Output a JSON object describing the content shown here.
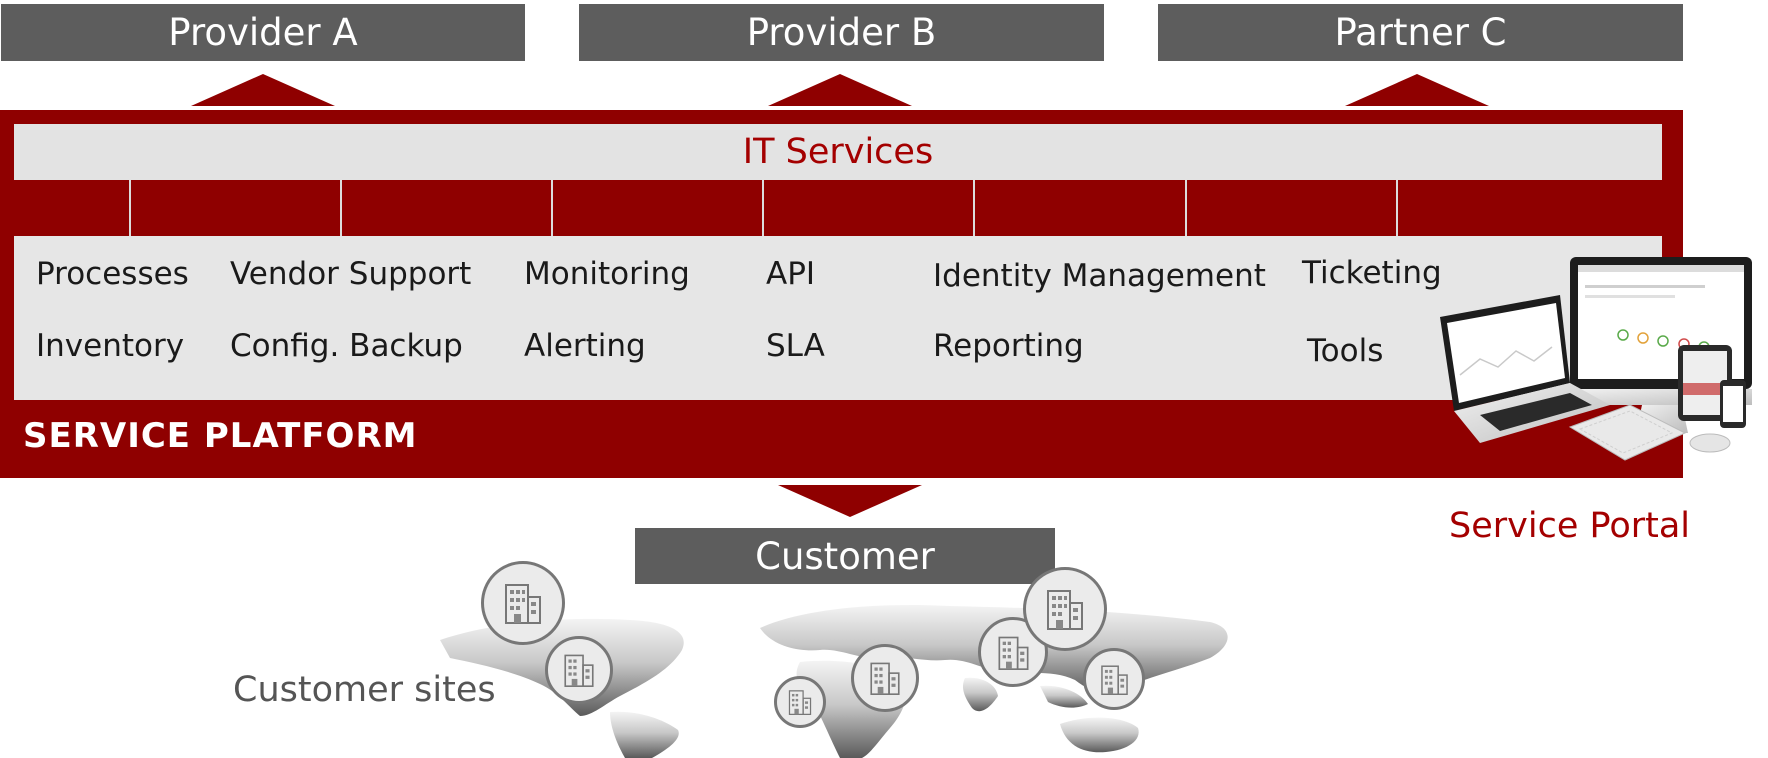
{
  "top_boxes": [
    "Provider A",
    "Provider B",
    "Partner C"
  ],
  "it_services": "IT Services",
  "services": {
    "col1": [
      "Processes",
      "Inventory"
    ],
    "col2": [
      "Vendor Support",
      "Config. Backup"
    ],
    "col3": [
      "Monitoring",
      "Alerting"
    ],
    "col4": [
      "API",
      "SLA"
    ],
    "col5": [
      "Identity Management",
      "Reporting"
    ],
    "col6": [
      "Ticketing",
      "Tools"
    ]
  },
  "platform_label": "SERVICE PLATFORM",
  "customer": "Customer",
  "customer_sites": "Customer sites",
  "service_portal": "Service Portal",
  "colors": {
    "brand_red": "#8f0000",
    "header_grey": "#5d5d5d",
    "panel_grey": "#e6e6e6"
  },
  "icons": [
    "building-icon",
    "world-map",
    "laptop-device",
    "desktop-device",
    "tablet-device",
    "phone-device"
  ]
}
